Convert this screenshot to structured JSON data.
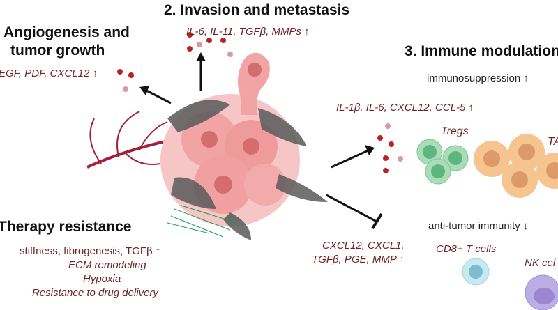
{
  "sections": {
    "invasion": {
      "title": "2. Invasion and metastasis",
      "factors": "IL-6, IL-11, TGFβ, MMPs ↑"
    },
    "angiogenesis": {
      "title_line1": "Angiogenesis and",
      "title_line2": "tumor growth",
      "factors": "EGF, PDF, CXCL12 ↑"
    },
    "immune": {
      "title": "3. Immune modulation",
      "immunosuppression": "immunosuppression ↑",
      "factors_up": "IL-1β, IL-6, CXCL12, CCL-5 ↑",
      "tregs": "Tregs",
      "tams": "TA",
      "anti_tumor": "anti-tumor immunity ↓",
      "factors_inhibit_line1": "CXCL12, CXCL1,",
      "factors_inhibit_line2": "TGFβ, PGE, MMP ↑",
      "cd8": "CD8+ T cells",
      "nk": "NK cel"
    },
    "therapy": {
      "title": "Therapy resistance",
      "items": [
        "stiffness, fibrogenesis, TGFβ ↑",
        "ECM remodeling",
        "Hypoxia",
        "Resistance to drug delivery"
      ]
    }
  },
  "colors": {
    "factor_text": "#6e2424",
    "tumor": "#f2a3a3",
    "fibroblast": "#555555",
    "treg": "#8fd1a4",
    "tam": "#f6c48e",
    "cd8": "#bfe6ef",
    "nk": "#b8a8e0",
    "vessel": "#a3203a"
  }
}
